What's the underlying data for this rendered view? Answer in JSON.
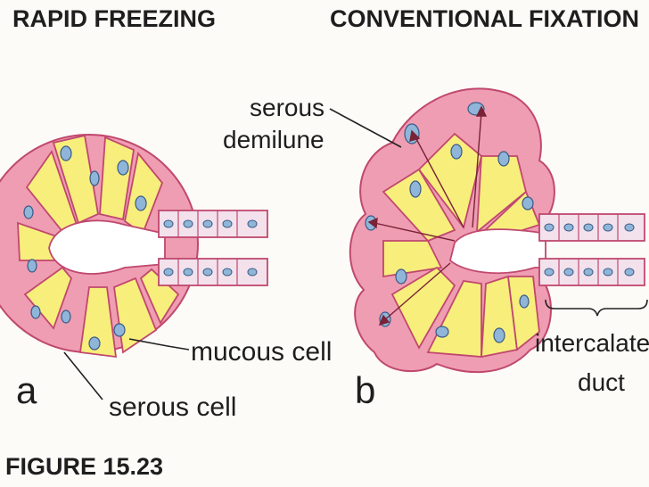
{
  "titles": {
    "left": "RAPID FREEZING",
    "right": "CONVENTIONAL FIXATION"
  },
  "panel_a": {
    "letter": "a",
    "labels": {
      "mucous_cell": "mucous cell",
      "serous_cell": "serous cell"
    }
  },
  "panel_b": {
    "letter": "b",
    "labels": {
      "serous_demilune_line1": "serous",
      "serous_demilune_line2": "demilune",
      "intercalated_duct_line1": "intercalate",
      "intercalated_duct_line2": "duct"
    }
  },
  "caption": "FIGURE 15.23",
  "colors": {
    "serous_cell": "#ef9db2",
    "mucous_cell": "#f7ee7c",
    "nucleus": "#8fb6d8",
    "duct_cell": "#f3e1ec",
    "outline": "#c0486e"
  }
}
